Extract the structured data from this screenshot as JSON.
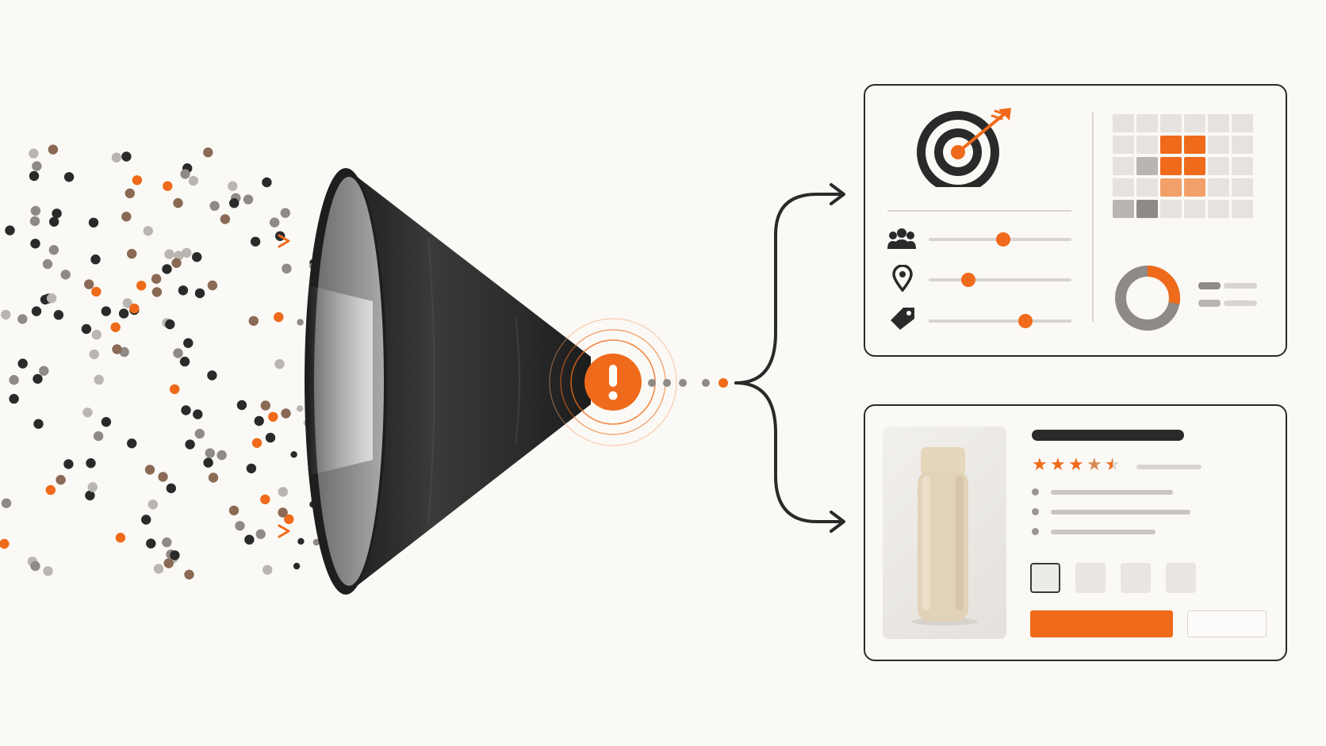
{
  "colors": {
    "accent": "#ef6a1a",
    "accent_light": "#f2a06a",
    "dark": "#2a2a2a",
    "mid_gray": "#8e8a85",
    "light_gray": "#d9d6d1",
    "background": "#fbf9f5",
    "product_beige": "#e2d2b8"
  },
  "icons": {
    "alert": "exclamation-icon",
    "target": "bullseye-icon",
    "audience": "people-group-icon",
    "location": "map-pin-icon",
    "tag": "price-tag-icon",
    "star": "star-icon"
  },
  "targeting": {
    "sliders": [
      {
        "name": "audience",
        "value": 0.52
      },
      {
        "name": "location",
        "value": 0.28
      },
      {
        "name": "tag",
        "value": 0.68
      }
    ],
    "donut_fraction": 0.28
  },
  "product": {
    "rating": 4.5,
    "rating_max": 5,
    "feature_count": 3,
    "variant_count": 4,
    "selected_variant": 0
  }
}
